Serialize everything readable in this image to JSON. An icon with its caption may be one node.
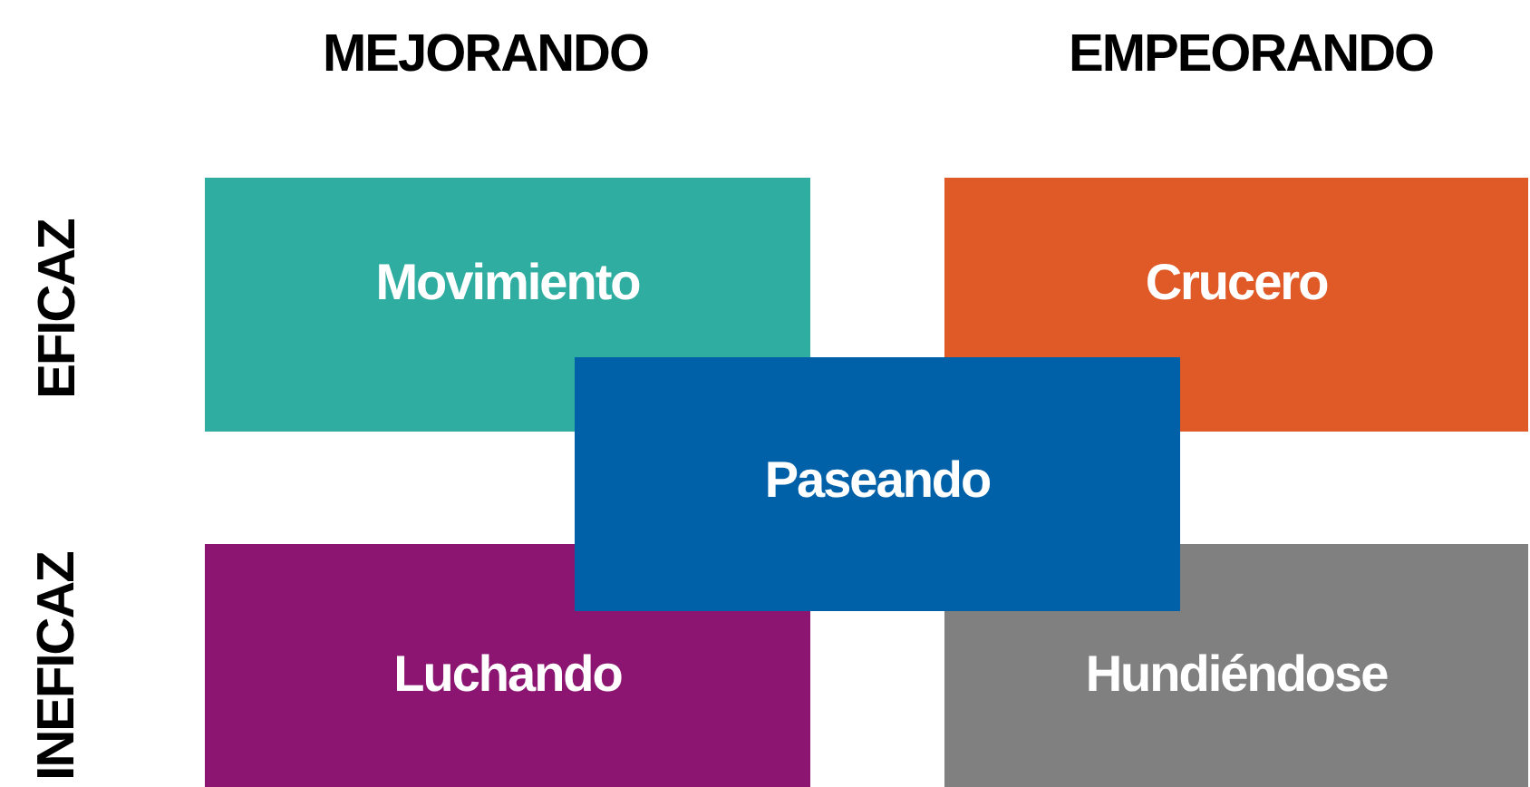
{
  "diagram": {
    "nodes": [
      {
        "text": [
          "Movimiento"
        ]
      },
      {
        "text": [
          "Crucero"
        ]
      },
      {
        "text": [
          "Luchando"
        ]
      },
      {
        "text": [
          "Hundiéndose"
        ]
      },
      {
        "text": [
          "Paseando"
        ]
      }
    ],
    "labels": [
      "MEJORANDO",
      "EMPEORANDO",
      "EFICAZ",
      "INEFICAZ"
    ]
  }
}
